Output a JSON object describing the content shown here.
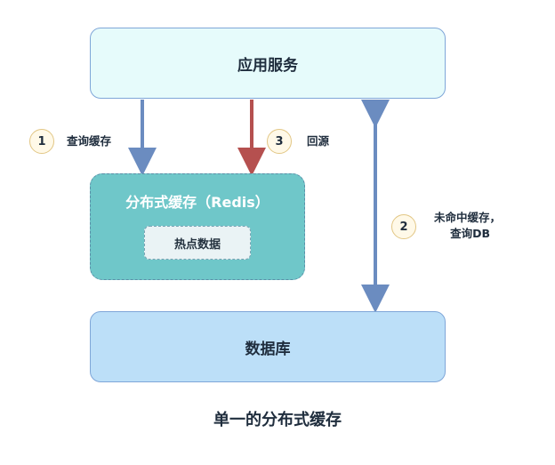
{
  "nodes": {
    "app_service": "应用服务",
    "redis_cache": "分布式缓存（Redis）",
    "hot_data": "热点数据",
    "database": "数据库"
  },
  "steps": [
    {
      "number": "1",
      "label": "查询缓存"
    },
    {
      "number": "2",
      "label_line1": "未命中缓存，",
      "label_line2": "查询DB"
    },
    {
      "number": "3",
      "label": "回源"
    }
  ],
  "caption": "单一的分布式缓存",
  "colors": {
    "query_arrow": "#6b8cc0",
    "backfill_arrow": "#b5504f",
    "db_arrow": "#6b8cc0",
    "app_fill": "#e6fbfb",
    "redis_fill": "#6fc7c9",
    "db_fill": "#bcdff8"
  }
}
